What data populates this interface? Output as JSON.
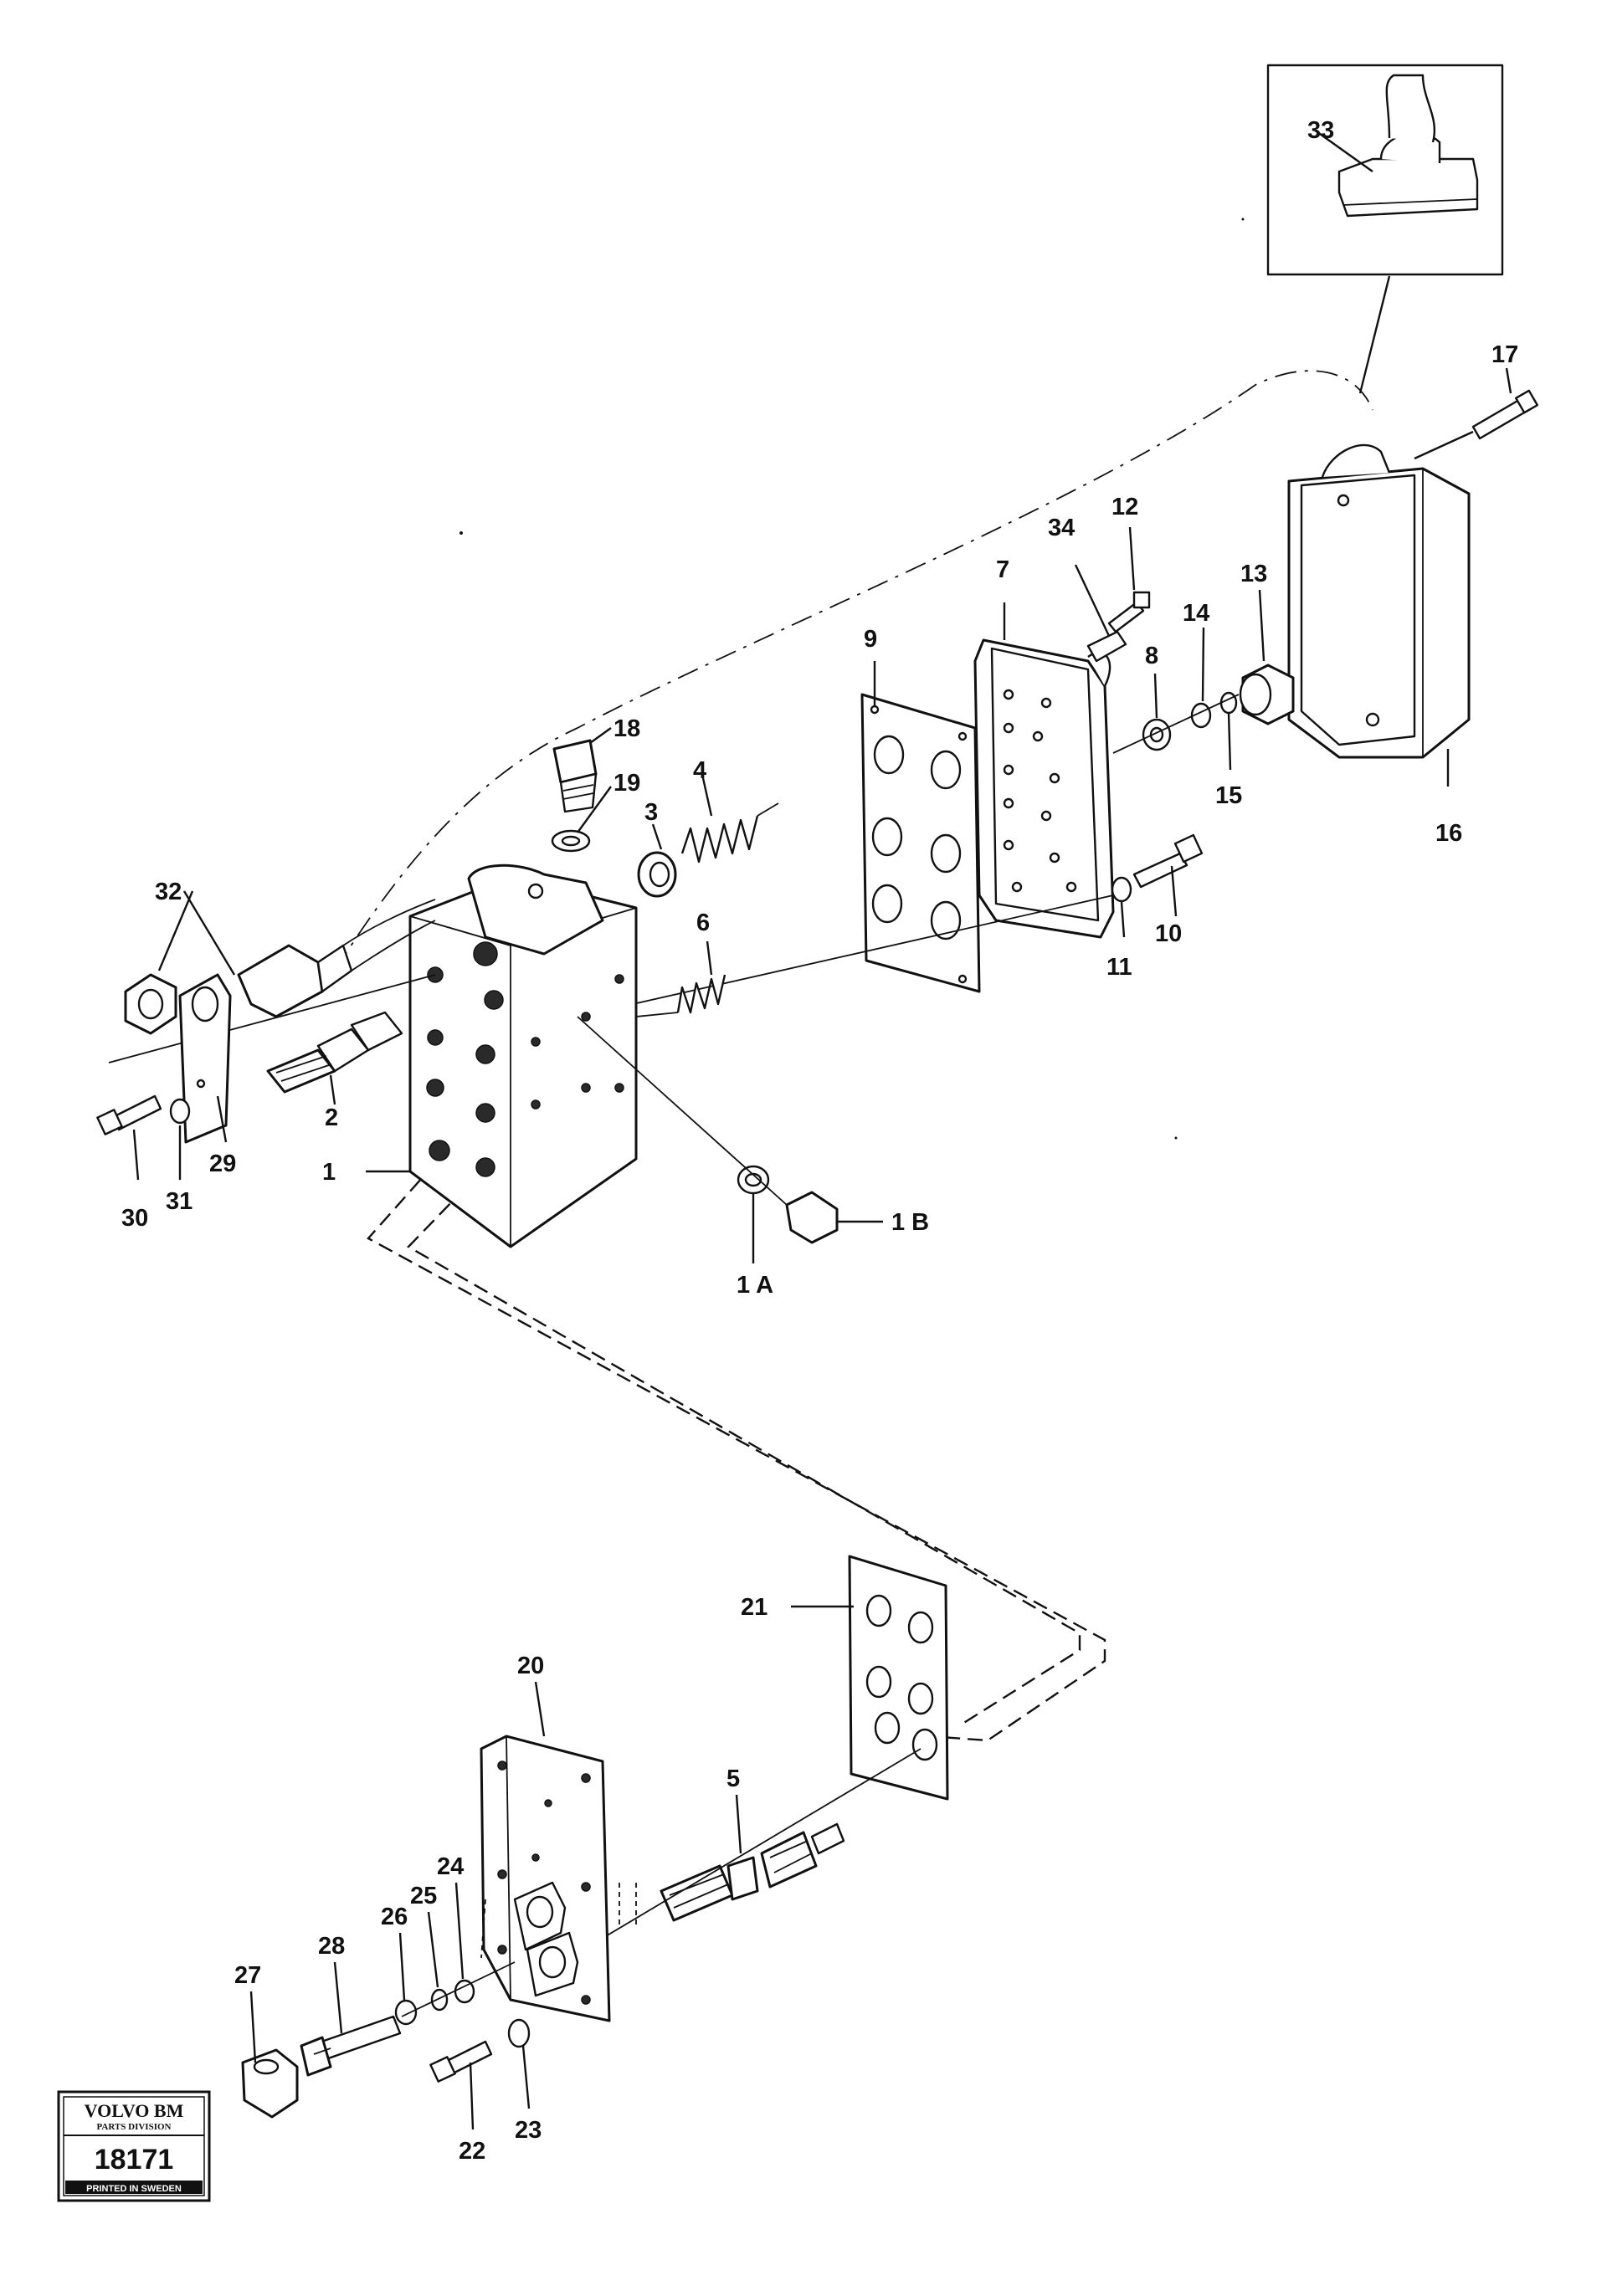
{
  "callouts": {
    "c1": "1",
    "c1a": "1 A",
    "c1b": "1 B",
    "c2": "2",
    "c3": "3",
    "c4": "4",
    "c5": "5",
    "c6": "6",
    "c7": "7",
    "c8": "8",
    "c9": "9",
    "c10": "10",
    "c11": "11",
    "c12": "12",
    "c13": "13",
    "c14": "14",
    "c15": "15",
    "c16": "16",
    "c17": "17",
    "c18": "18",
    "c19": "19",
    "c20": "20",
    "c21": "21",
    "c22": "22",
    "c23": "23",
    "c24": "24",
    "c25": "25",
    "c26": "26",
    "c27": "27",
    "c28": "28",
    "c29": "29",
    "c30": "30",
    "c31": "31",
    "c32": "32",
    "c33": "33",
    "c34": "34"
  },
  "stamp": {
    "brand": "VOLVO BM",
    "division": "PARTS DIVISION",
    "number": "18171",
    "printed": "PRINTED IN SWEDEN"
  }
}
